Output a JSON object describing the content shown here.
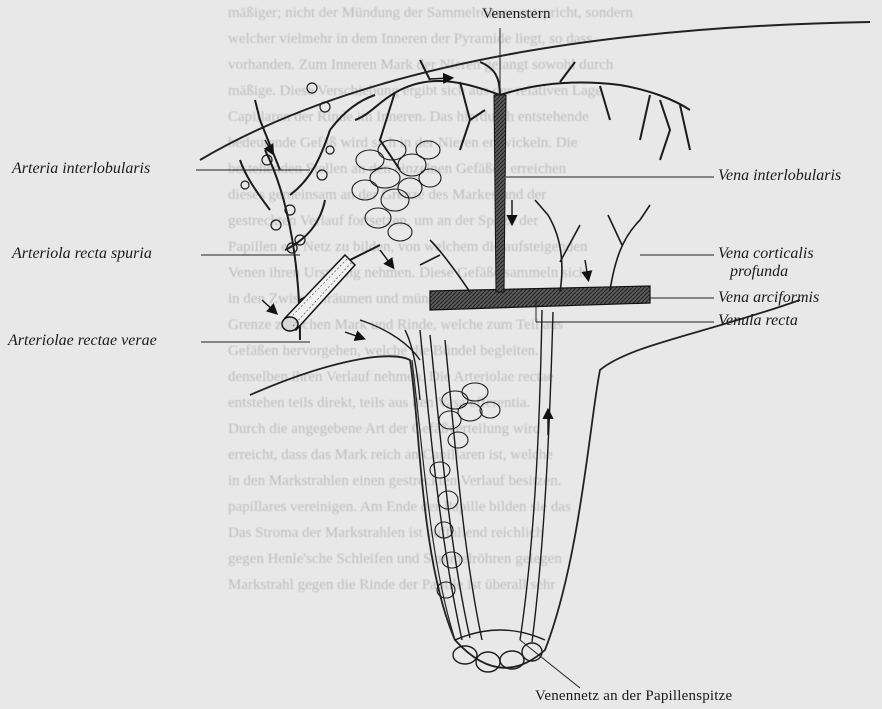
{
  "figure": {
    "labels": {
      "top": "Venenstern",
      "bottom": "Venennetz an der Papillenspitze",
      "left": [
        "Arteria interlobularis",
        "Arteriola recta spuria",
        "Arteriolae rectae verae"
      ],
      "right": [
        "Vena interlobularis",
        "Vena corticalis",
        "profunda",
        "Vena arciformis",
        "Venula recta"
      ]
    }
  },
  "background_text": [
    "mäßiger; nicht der Mündung der Sammelröhren entspricht, sondern",
    "welcher vielmehr in dem Inneren der Pyramide liegt, so dass",
    "vorhanden. Zum Inneren Mark der Nieren gelangt sowohl durch",
    "mäßige. Diese Verschiebung ergibt sich aus der relativen Lage",
    "Capillaren der Rinde im Inneren. Das hierdurch entstehende",
    "bedeutende Gefäß wird sich in der Nieren entwickeln. Die",
    "bestehenden Stellen an den einzelnen Gefäßen erreichen",
    "dieses gemeinsam an der Grenze des Markes und der",
    "gestreckten Verlauf fortsetzen, um an der Spitze der",
    "Papillen ein Netz zu bilden, von welchem die aufsteigenden",
    "Venen ihren Ursprung nehmen. Diese Gefäße sammeln sich",
    "in den Zwischenräumen und münden in die Venen der",
    "Grenze zwischen Mark und Rinde, welche zum Teil aus",
    "Gefäßen hervorgehen, welche die Bündel begleiten.",
    "denselben ihren Verlauf nehmen. Die Arteriolae rectae",
    "entstehen teils direkt, teils aus den Vasa efferentia.",
    "Durch die angegebene Art der Gefäßverteilung wird",
    "erreicht, dass das Mark reich an Capillaren ist, welche",
    "in den Markstrahlen einen gestreckten Verlauf besitzen.",
    "papillares vereinigen. Am Ende der Papille bilden sie das",
    "Das Stroma der Markstrahlen ist auffallend reichlich",
    "gegen Henle'sche Schleifen und Sammelröhren gelegen",
    "Markstrahl gegen die Rinde der Papille ist überall sehr"
  ]
}
